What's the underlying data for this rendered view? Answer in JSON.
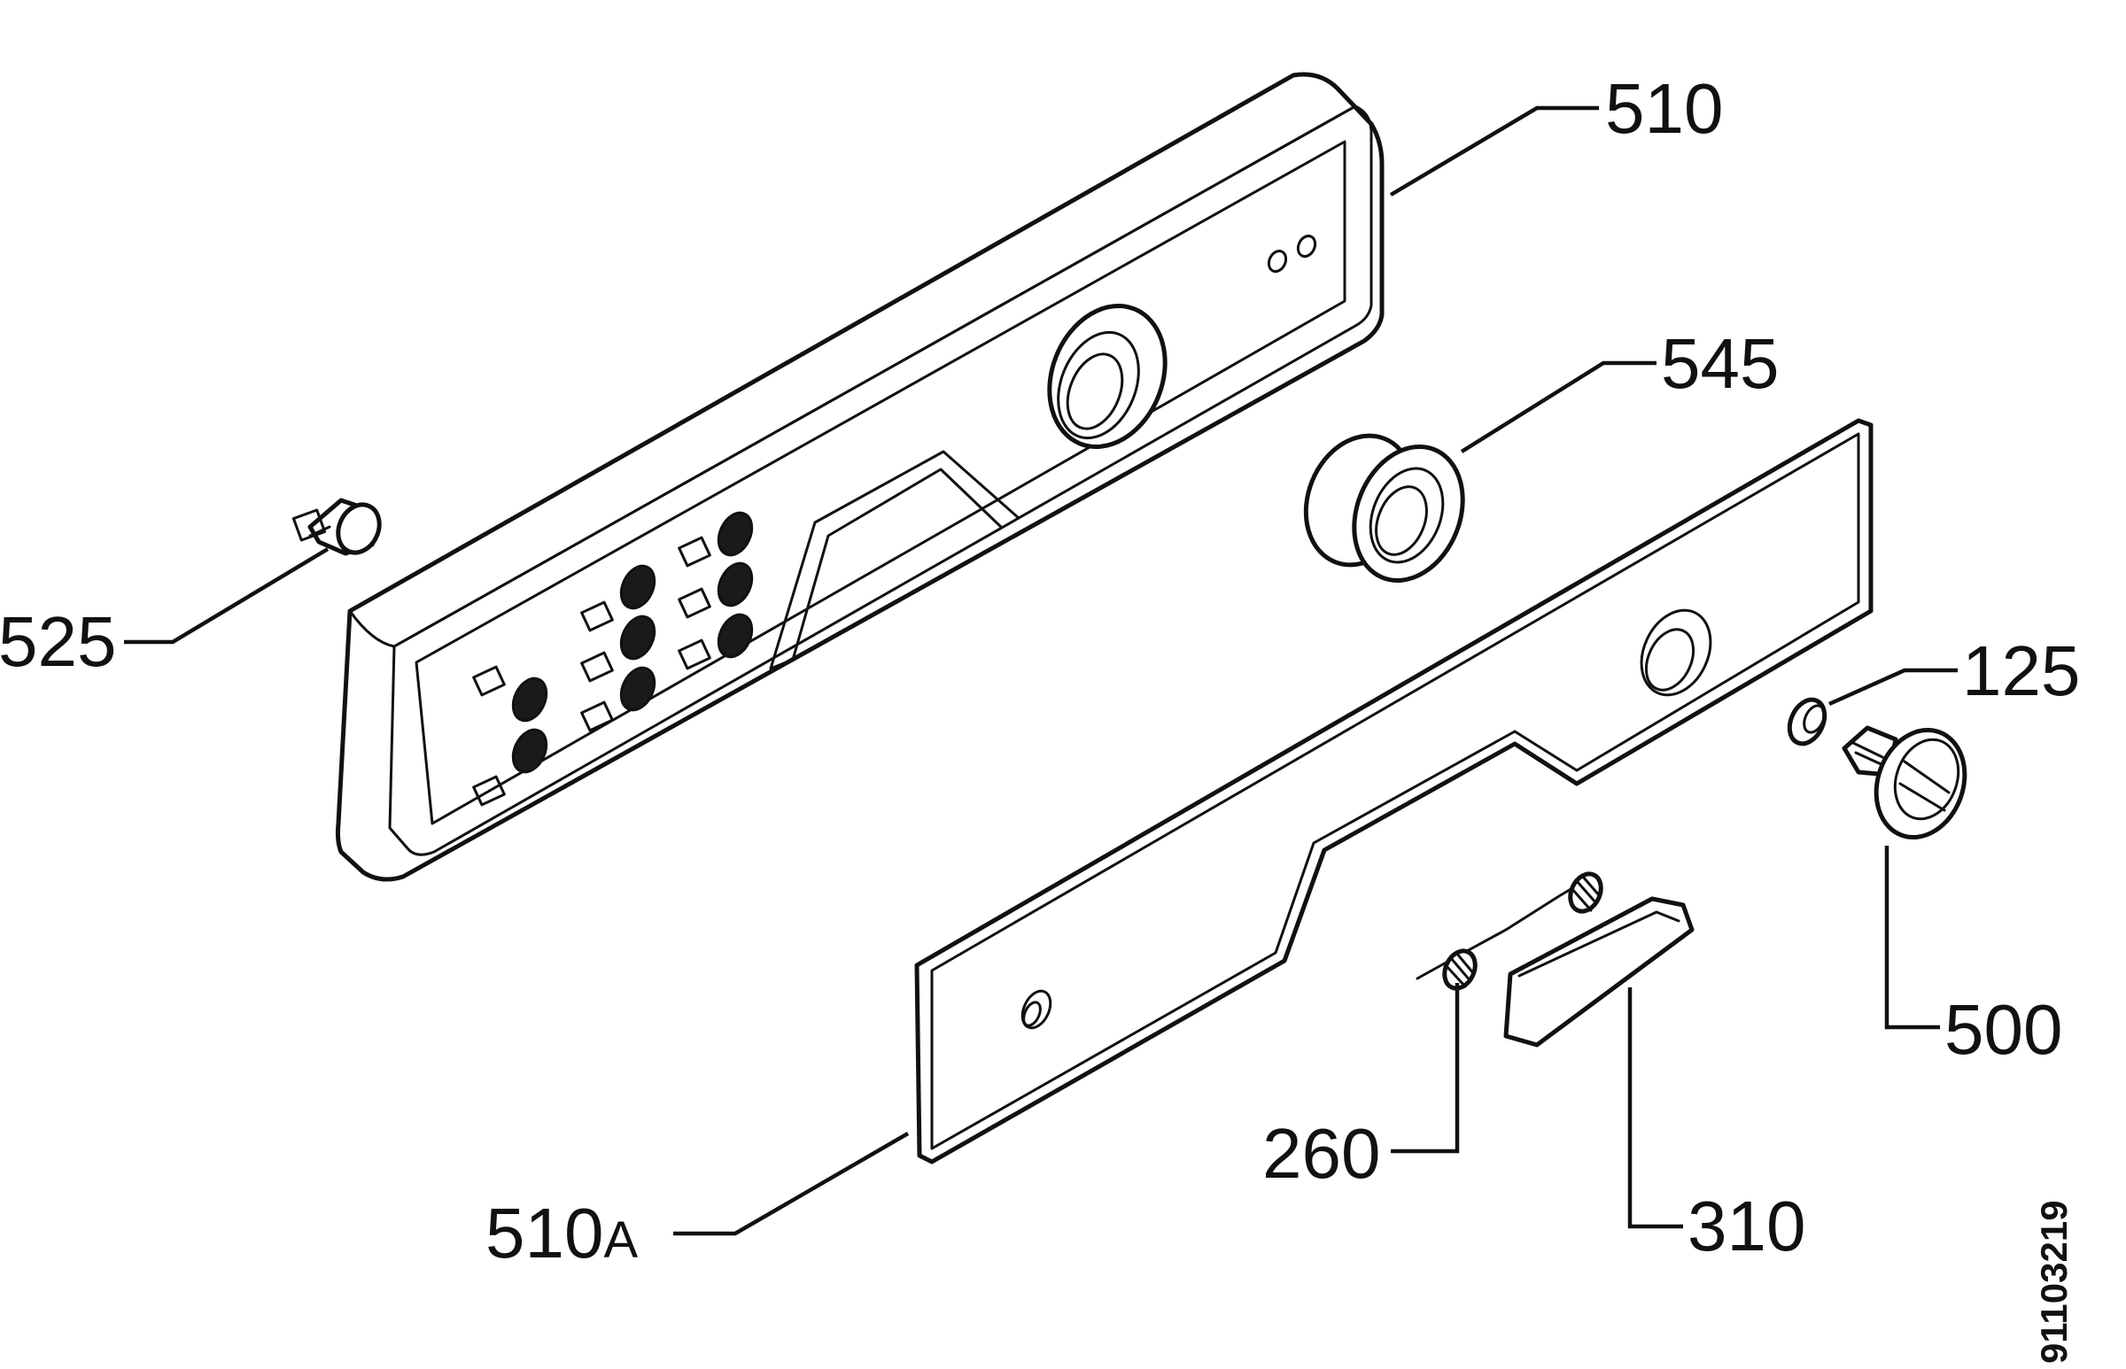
{
  "callouts": {
    "p510": "510",
    "p545": "545",
    "p525": "525",
    "p125": "125",
    "p500": "500",
    "p260": "260",
    "p310": "310",
    "p510a_num": "510",
    "p510a_suffix": "A"
  },
  "document_number": "91103219"
}
